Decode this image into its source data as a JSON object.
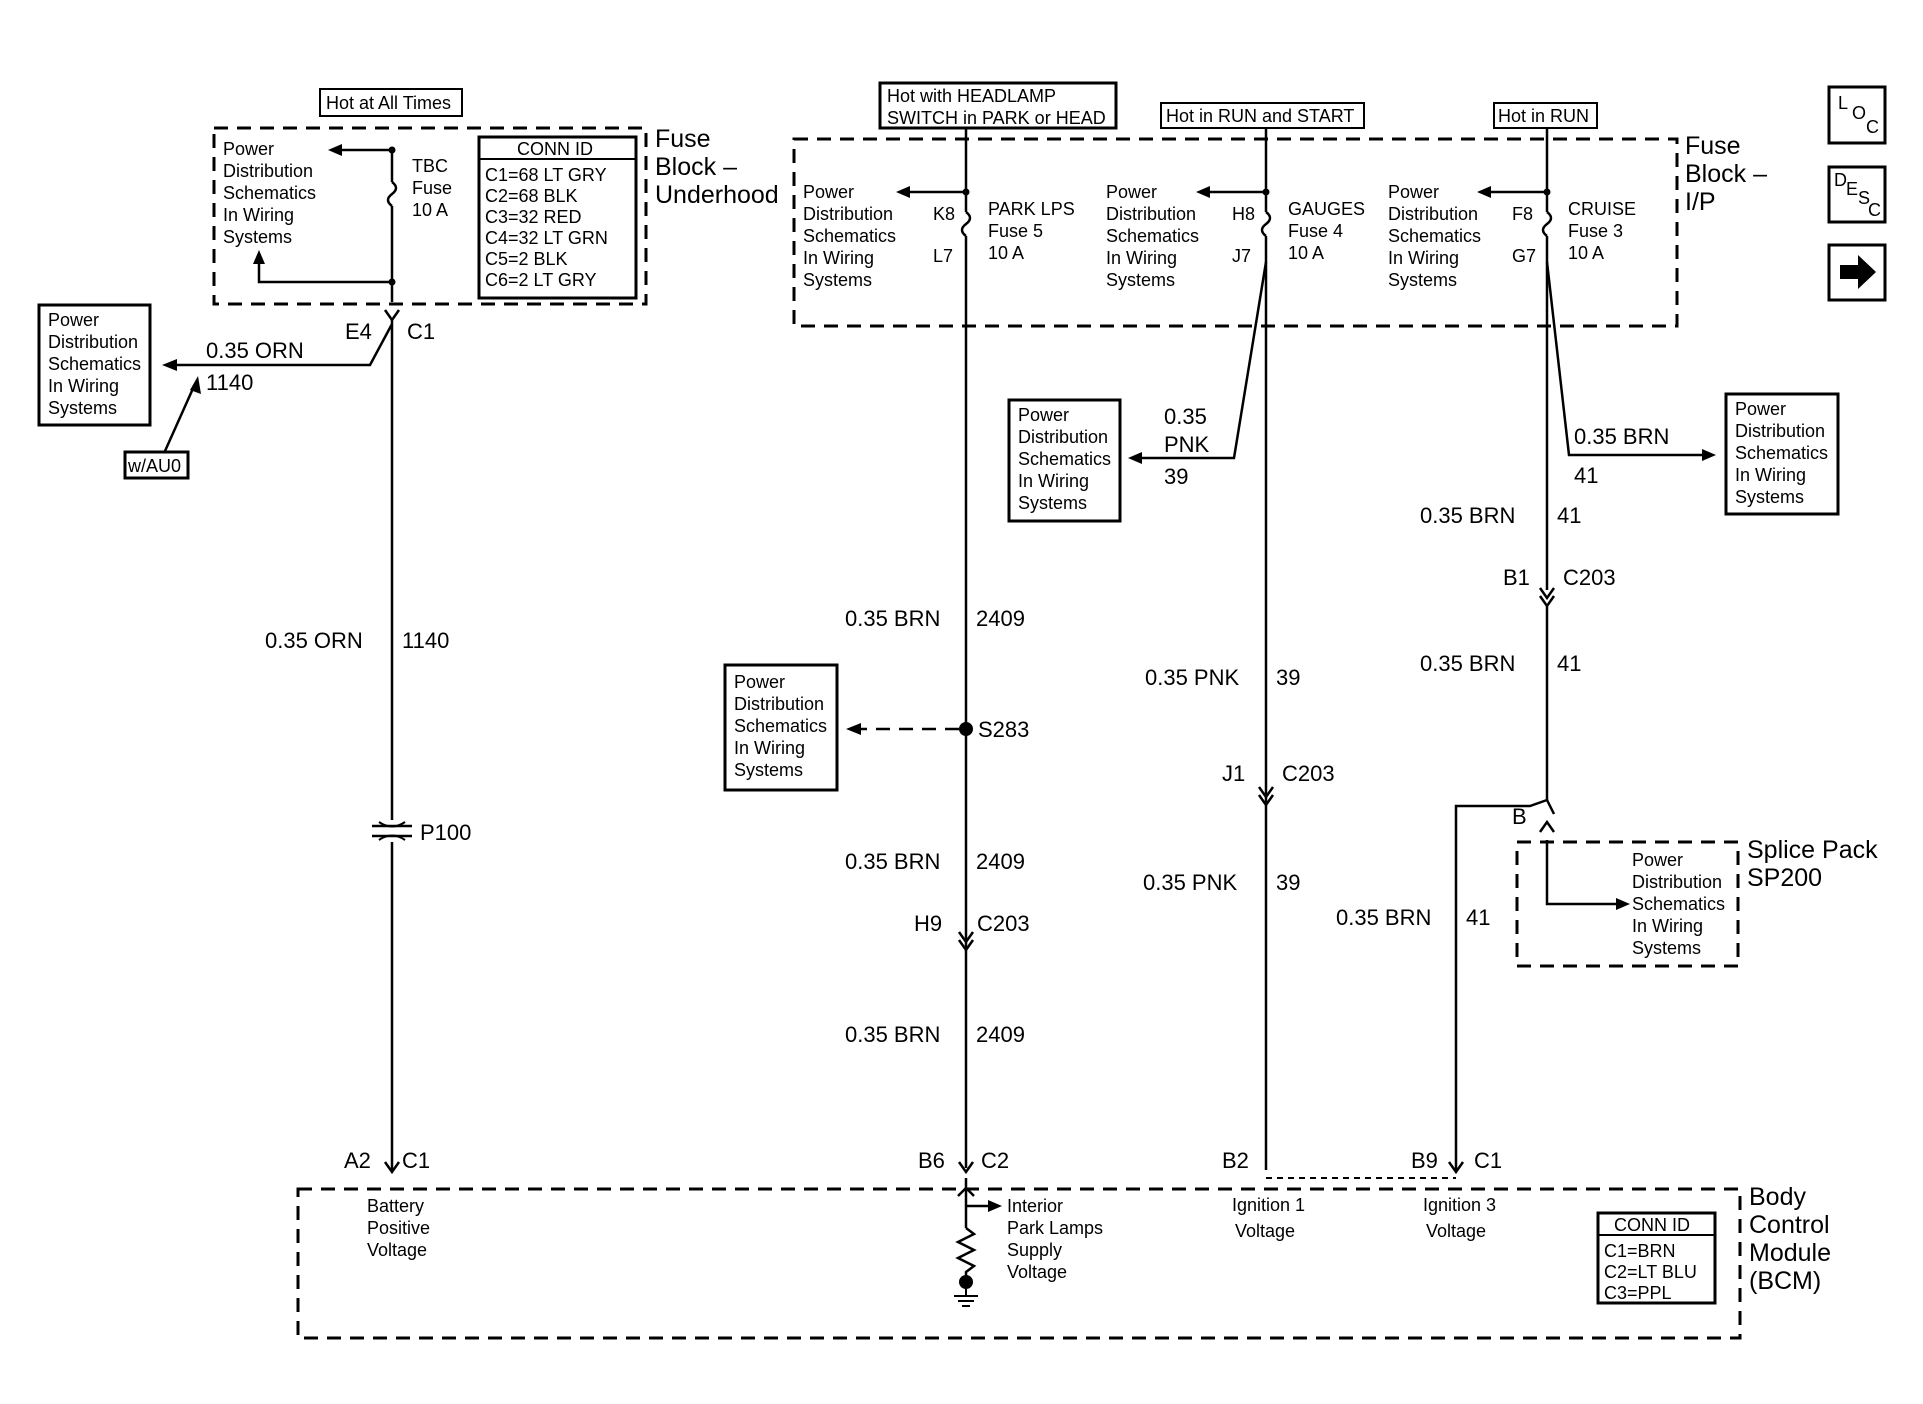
{
  "hot": {
    "all_times": "Hot at All Times",
    "headlamp_1": "Hot with HEADLAMP",
    "headlamp_2": "SWITCH in PARK or HEAD",
    "run_start": "Hot in RUN and START",
    "run": "Hot in RUN"
  },
  "pds": {
    "l1": "Power",
    "l2": "Distribution",
    "l3": "Schematics",
    "l4": "In Wiring",
    "l5": "Systems"
  },
  "fuse_block_underhood": {
    "title_1": "Fuse",
    "title_2": "Block –",
    "title_3": "Underhood",
    "fuse_1": "TBC",
    "fuse_2": "Fuse",
    "fuse_3": "10 A",
    "conn_title": "CONN ID",
    "conn": [
      "C1=68 LT GRY",
      "C2=68 BLK",
      "C3=32 RED",
      "C4=32 LT GRN",
      "C5=2 BLK",
      "C6=2 LT GRY"
    ]
  },
  "fuse_block_ip": {
    "title_1": "Fuse",
    "title_2": "Block –",
    "title_3": "I/P",
    "park_in": "K8",
    "park_out": "L7",
    "park_1": "PARK LPS",
    "park_2": "Fuse 5",
    "park_3": "10 A",
    "gauges_in": "H8",
    "gauges_out": "J7",
    "gauges_1": "GAUGES",
    "gauges_2": "Fuse 4",
    "gauges_3": "10 A",
    "cruise_in": "F8",
    "cruise_out": "G7",
    "cruise_1": "CRUISE",
    "cruise_2": "Fuse 3",
    "cruise_3": "10 A"
  },
  "orn": {
    "pin_e4": "E4",
    "conn_c1": "C1",
    "wire": "0.35 ORN",
    "circuit": "1140",
    "option": "w/AU0",
    "p100": "P100",
    "pin_a2": "A2",
    "conn_c1_bcm": "C1"
  },
  "brn_2409": {
    "wire": "0.35 BRN",
    "circuit": "2409",
    "splice": "S283",
    "pin_h9": "H9",
    "conn_c203": "C203",
    "pin_b6": "B6",
    "conn_c2": "C2"
  },
  "pnk": {
    "size": "0.35",
    "color": "PNK",
    "circuit": "39",
    "wire": "0.35 PNK",
    "pin_j1": "J1",
    "conn_c203": "C203",
    "pin_b2": "B2"
  },
  "brn_41": {
    "wire": "0.35 BRN",
    "circuit": "41",
    "pin_b1": "B1",
    "conn_c203": "C203",
    "pin_b": "B",
    "splice_1": "Splice Pack",
    "splice_2": "SP200",
    "pin_b9": "B9",
    "conn_c1": "C1"
  },
  "bcm": {
    "title_1": "Body",
    "title_2": "Control",
    "title_3": "Module",
    "title_4": "(BCM)",
    "batt_1": "Battery",
    "batt_2": "Positive",
    "batt_3": "Voltage",
    "park_1": "Interior",
    "park_2": "Park Lamps",
    "park_3": "Supply",
    "park_4": "Voltage",
    "ign1_1": "Ignition 1",
    "ign1_2": "Voltage",
    "ign3_1": "Ignition 3",
    "ign3_2": "Voltage",
    "conn_title": "CONN ID",
    "conn": [
      "C1=BRN",
      "C2=LT BLU",
      "C3=PPL"
    ]
  },
  "nav": {
    "loc": [
      "L",
      "O",
      "C"
    ],
    "desc": [
      "D",
      "E",
      "S",
      "C"
    ],
    "next_icon": "right-arrow-icon"
  }
}
